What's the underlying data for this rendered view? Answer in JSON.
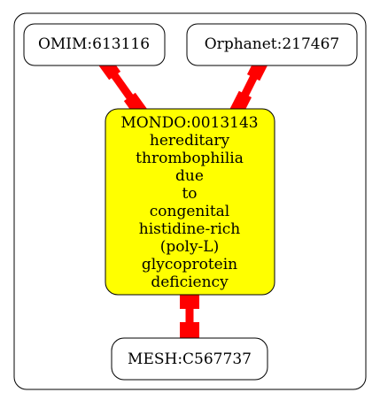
{
  "graph": {
    "center": {
      "id": "MONDO:0013143",
      "label_lines": [
        "hereditary",
        "thrombophilia",
        "due",
        "to",
        "congenital",
        "histidine-rich",
        "(poly-L)",
        "glycoprotein",
        "deficiency"
      ],
      "fill": "#ffff00"
    },
    "nodes": [
      {
        "key": "omim",
        "label": "OMIM:613116"
      },
      {
        "key": "orphanet",
        "label": "Orphanet:217467"
      },
      {
        "key": "mesh",
        "label": "MESH:C567737"
      }
    ],
    "edge_color": "#ff0000"
  }
}
